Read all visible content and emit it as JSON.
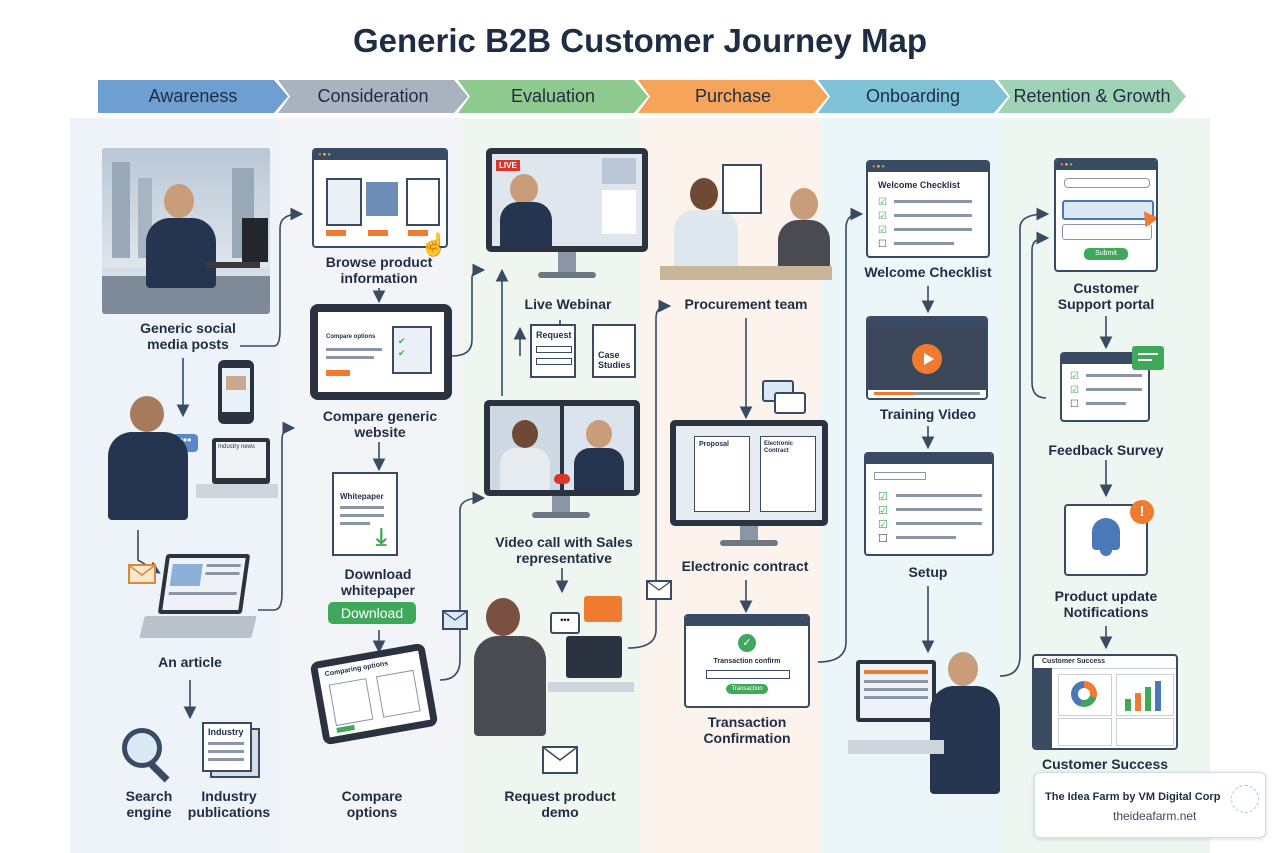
{
  "title": "Generic B2B Customer Journey Map",
  "stages": [
    {
      "label": "Awareness",
      "color": "#6f9fd0"
    },
    {
      "label": "Consideration",
      "color": "#a9b3bf"
    },
    {
      "label": "Evaluation",
      "color": "#8ec98e"
    },
    {
      "label": "Purchase",
      "color": "#f5a45a"
    },
    {
      "label": "Onboarding",
      "color": "#7fc2d8"
    },
    {
      "label": "Retention & Growth",
      "color": "#9fd2b4"
    }
  ],
  "awareness": {
    "social": "Generic social media posts",
    "article": "An article",
    "search": "Search engine",
    "industry": "Industry publications",
    "industry_icon": "Industry",
    "news_icon": "Industry news"
  },
  "consideration": {
    "browse": "Browse product information",
    "compare_site": "Compare generic website",
    "compare_site_icon": "Compare options",
    "whitepaper": "Download whitepaper",
    "whitepaper_icon": "Whitepaper",
    "download_btn": "Download",
    "compare_options": "Compare options",
    "compare_options_icon": "Comparing options"
  },
  "evaluation": {
    "webinar": "Live Webinar",
    "live_badge": "LIVE",
    "request_icon": "Request",
    "case_icon": "Case Studies",
    "video_call": "Video call with Sales representative",
    "demo": "Request product demo"
  },
  "purchase": {
    "procurement": "Procurement team",
    "contract": "Electronic contract",
    "proposal_icon": "Proposal",
    "contract_icon": "Electronic Contract",
    "transaction": "Transaction Confirmation",
    "confirm_icon": "Transaction confirm",
    "confirm_btn": "Transaction"
  },
  "onboarding": {
    "checklist": "Welcome Checklist",
    "checklist_icon": "Welcome Checklist",
    "training": "Training Video",
    "setup": "Setup"
  },
  "retention": {
    "portal": "Customer Support portal",
    "submit_btn": "Submit",
    "survey": "Feedback Survey",
    "notifications": "Product update Notifications",
    "success": "Customer Success",
    "success_icon": "Customer Success"
  },
  "watermark": {
    "name": "The Idea Farm by VM Digital Corp",
    "site": "theideafarm.net"
  },
  "colors": {
    "title": "#1f2d44",
    "dark": "#394a63",
    "green": "#3fa85a",
    "orange": "#ef7a30"
  }
}
